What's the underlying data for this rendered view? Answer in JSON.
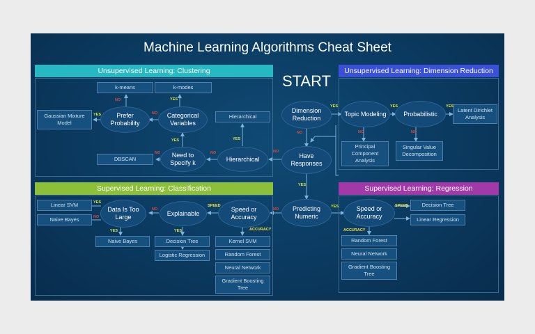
{
  "title": "Machine Learning Algorithms Cheat Sheet",
  "start": "START",
  "colors": {
    "clustering_header": "#26b8c3",
    "dimension_header": "#3a50d8",
    "classification_header": "#8cc03a",
    "regression_header": "#a13aa8",
    "background": "#0b3a60"
  },
  "headers": {
    "clustering": "Unsupervised Learning: Clustering",
    "dimension": "Unsupervised Learning: Dimension Reduction",
    "classification": "Supervised Learning: Classification",
    "regression": "Supervised Learning: Regression"
  },
  "nodes": {
    "dimension_reduction": "Dimension Reduction",
    "have_responses": "Have Responses",
    "predicting_numeric": "Predicting Numeric",
    "topic_modeling": "Topic Modeling",
    "probabilistic": "Probabilistic",
    "prefer_probability": "Prefer Probability",
    "categorical_variables": "Categorical Variables",
    "need_to_specify_k": "Need to Specify k",
    "hierarchical_q": "Hierarchical",
    "data_is_too_large": "Data Is Too Large",
    "explainable": "Explainable",
    "speed_or_accuracy_cls": "Speed or Accuracy",
    "speed_or_accuracy_reg": "Speed or Accuracy"
  },
  "boxes": {
    "kmeans": "k-means",
    "kmodes": "k-modes",
    "gmm": "Gaussian Mixture Model",
    "hierarchical": "Hierarchical",
    "dbscan": "DBSCAN",
    "lda": "Latent Dirichlet Analysis",
    "pca": "Principal Component Analysis",
    "svd": "Singular Value Decomposition",
    "linear_svm": "Linear SVM",
    "naive_bayes_1": "Naive Bayes",
    "naive_bayes_2": "Naive Bayes",
    "decision_tree_cls": "Decision Tree",
    "logistic_regression": "Logistic Regression",
    "kernel_svm": "Kernel SVM",
    "random_forest_cls": "Random Forest",
    "neural_network_cls": "Neural Network",
    "gradient_boosting_tree": "Gradient Boosting Tree",
    "decision_tree_reg": "Decision Tree",
    "linear_regression": "Linear Regression",
    "random_forest_reg": "Random Forest",
    "neural_network_reg": "Neural Network",
    "gradient_boosting_tree_reg": "Gradient Boosting Tree"
  },
  "edge_labels": {
    "yes": "YES",
    "no": "NO",
    "speed": "SPEED",
    "accuracy": "ACCURACY"
  }
}
